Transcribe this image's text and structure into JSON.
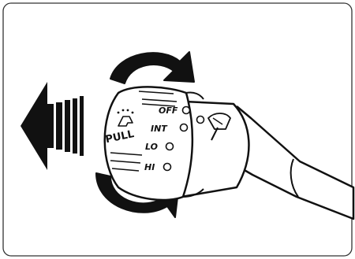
{
  "labels": {
    "off": "OFF",
    "int": "INT",
    "lo": "LO",
    "hi": "HI",
    "pull": "PULL"
  },
  "colors": {
    "ink": "#111111",
    "frame": "#333333",
    "background": "#ffffff"
  },
  "icons": {
    "pull_arrow": "left-arrow-icon",
    "rotate_top": "curved-arrow-clockwise-icon",
    "rotate_bottom": "curved-arrow-counterclockwise-icon",
    "washer": "washer-spray-icon",
    "wiper": "wiper-icon"
  }
}
